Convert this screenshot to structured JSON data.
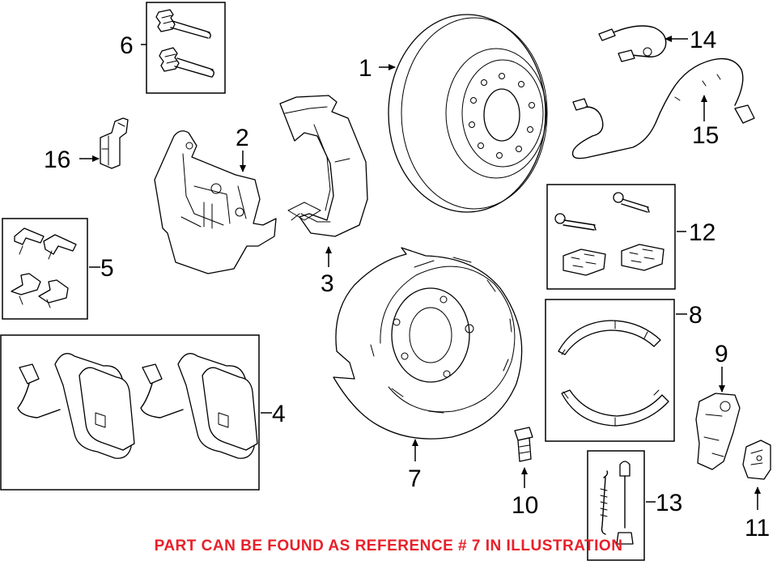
{
  "diagram": {
    "callouts": {
      "c1": "1",
      "c2": "2",
      "c3": "3",
      "c4": "4",
      "c5": "5",
      "c6": "6",
      "c7": "7",
      "c8": "8",
      "c9": "9",
      "c10": "10",
      "c11": "11",
      "c12": "12",
      "c13": "13",
      "c14": "14",
      "c15": "15",
      "c16": "16"
    },
    "highlight_color": "#e8202a"
  },
  "footer": {
    "note": "PART CAN BE FOUND AS REFERENCE # 7 IN ILLUSTRATION"
  }
}
